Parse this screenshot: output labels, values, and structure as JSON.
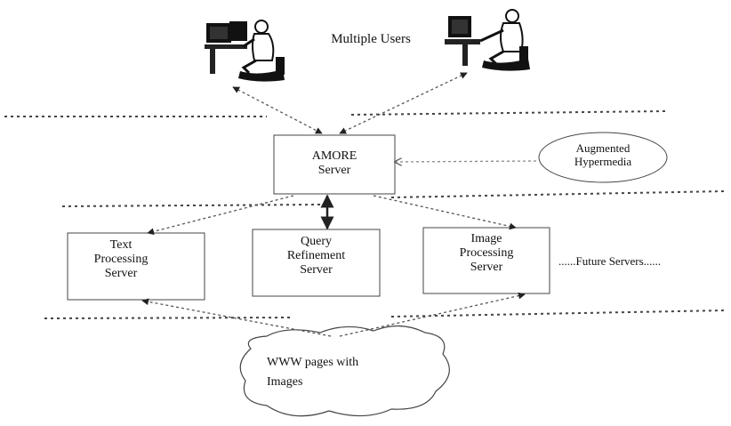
{
  "title": "Multiple Users",
  "amore_server": {
    "line1": "AMORE",
    "line2": "Server"
  },
  "augmented": {
    "line1": "Augmented",
    "line2": "Hypermedia"
  },
  "servers": {
    "text": {
      "line1": "Text",
      "line2": "Processing",
      "line3": "Server"
    },
    "query": {
      "line1": "Query",
      "line2": "Refinement",
      "line3": "Server"
    },
    "image": {
      "line1": "Image",
      "line2": "Processing",
      "line3": "Server"
    }
  },
  "future": "......Future Servers......",
  "www": {
    "line1": "WWW pages with",
    "line2": "Images"
  },
  "colors": {
    "line": "#555555",
    "box": "#444444",
    "arrow": "#222222"
  }
}
